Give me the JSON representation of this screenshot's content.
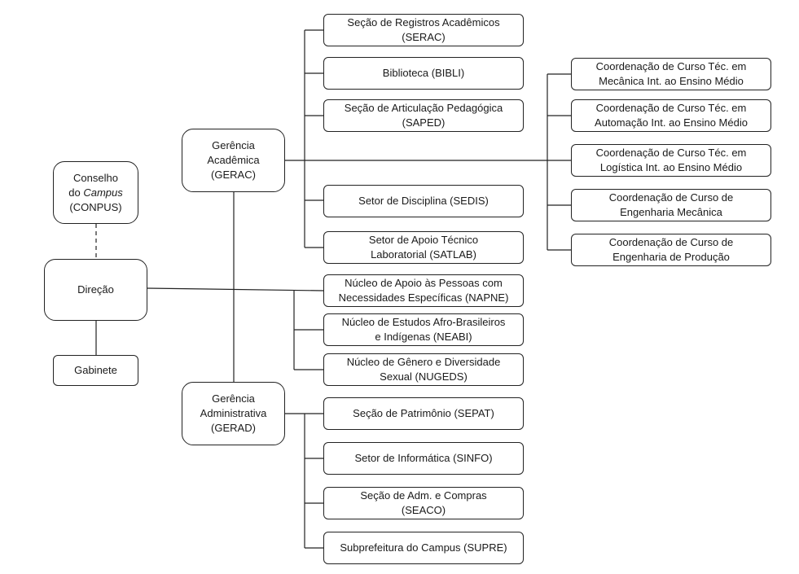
{
  "org": {
    "conpus": {
      "line1": "Conselho",
      "line2_prefix": "do ",
      "line2_em": "Campus",
      "line3": "(CONPUS)"
    },
    "direcao": "Direção",
    "gabinete": "Gabinete",
    "gerac": {
      "line1": "Gerência",
      "line2": "Acadêmica",
      "line3": "(GERAC)"
    },
    "gerad": {
      "line1": "Gerência",
      "line2": "Administrativa",
      "line3": "(GERAD)"
    },
    "serac": {
      "line1": "Seção de Registros Acadêmicos",
      "line2": "(SERAC)"
    },
    "bibli": "Biblioteca (BIBLI)",
    "saped": {
      "line1": "Seção de Articulação Pedagógica",
      "line2": "(SAPED)"
    },
    "sedis": "Setor de Disciplina (SEDIS)",
    "satlab": {
      "line1": "Setor de Apoio Técnico",
      "line2": "Laboratorial (SATLAB)"
    },
    "napne": {
      "line1": "Núcleo de Apoio às Pessoas com",
      "line2": "Necessidades Específicas (NAPNE)"
    },
    "neabi": {
      "line1": "Núcleo de Estudos Afro-Brasileiros",
      "line2": "e Indígenas (NEABI)"
    },
    "nugeds": {
      "line1": "Núcleo de Gênero e Diversidade",
      "line2": "Sexual (NUGEDS)"
    },
    "sepat": "Seção de Patrimônio (SEPAT)",
    "sinfo": "Setor de Informática (SINFO)",
    "seaco": {
      "line1": "Seção de Adm. e Compras",
      "line2": "(SEACO)"
    },
    "supre": "Subprefeitura do Campus (SUPRE)",
    "coord_mecanica": {
      "line1": "Coordenação de Curso Téc. em",
      "line2": "Mecânica Int. ao Ensino Médio"
    },
    "coord_automacao": {
      "line1": "Coordenação de Curso Téc. em",
      "line2": "Automação Int. ao Ensino Médio"
    },
    "coord_logistica": {
      "line1": "Coordenação de Curso Téc. em",
      "line2": "Logística Int. ao Ensino Médio"
    },
    "coord_eng_mecanica": {
      "line1": "Coordenação de Curso de",
      "line2": "Engenharia Mecânica"
    },
    "coord_eng_producao": {
      "line1": "Coordenação de Curso de",
      "line2": "Engenharia de Produção"
    }
  }
}
